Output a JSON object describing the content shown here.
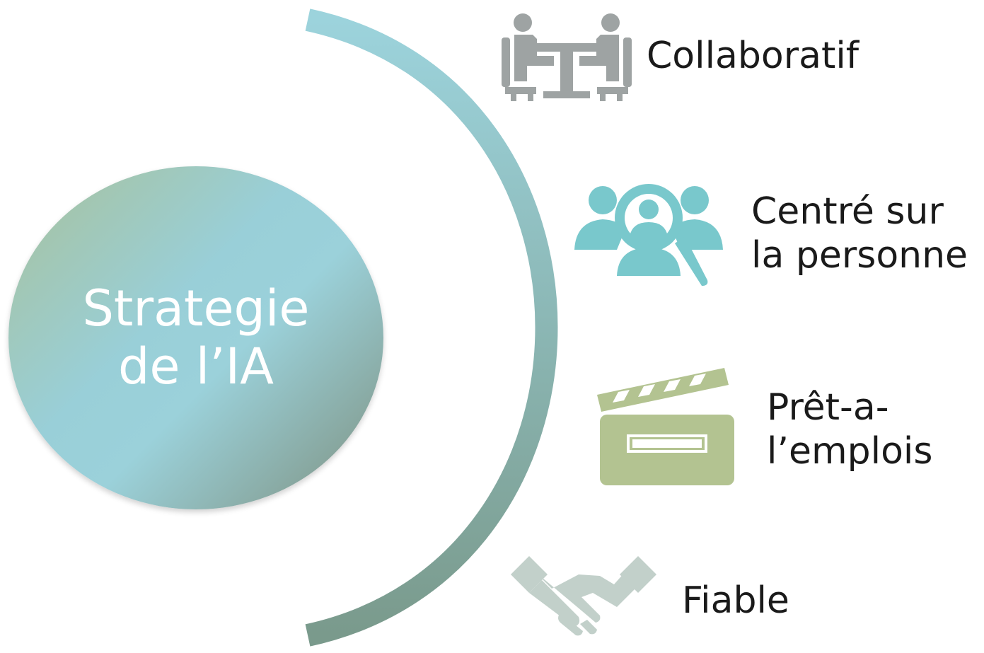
{
  "center": {
    "line1": "Strategie",
    "line2": "de l’IA"
  },
  "items": [
    {
      "icon": "meeting-people-icon",
      "lines": [
        "Collaboratif"
      ]
    },
    {
      "icon": "person-search-icon",
      "lines": [
        "Centré sur",
        "la personne"
      ]
    },
    {
      "icon": "clapperboard-icon",
      "lines": [
        "Prêt-a-",
        "l’emplois"
      ]
    },
    {
      "icon": "handshake-icon",
      "lines": [
        "Fiable"
      ]
    }
  ],
  "colors": {
    "arc_top": "#9cd3dc",
    "arc_bottom": "#7a9a8c",
    "meeting_icon": "#9ea3a3",
    "person_icon": "#79c8cc",
    "clapper_icon": "#b3c391",
    "handshake_icon": "#c2d0ca"
  }
}
